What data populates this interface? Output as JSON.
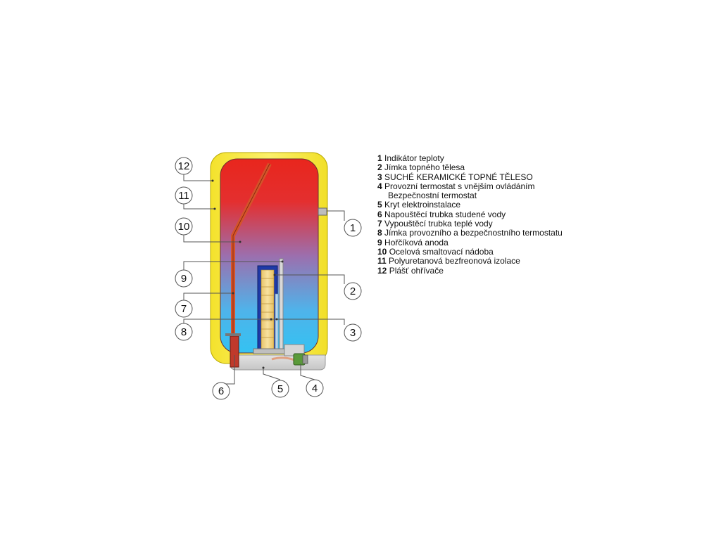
{
  "legend": [
    {
      "number": "1",
      "text": "Indikátor teploty"
    },
    {
      "number": "2",
      "text": "Jímka topného tělesa"
    },
    {
      "number": "3",
      "text": "SUCHÉ KERAMICKÉ TOPNÉ TĚLESO"
    },
    {
      "number": "4",
      "text": "Provozní termostat s vnějším ovládáním",
      "continuation": "Bezpečnostní termostat"
    },
    {
      "number": "5",
      "text": "Kryt elektroinstalace"
    },
    {
      "number": "6",
      "text": "Napouštěcí trubka studené vody"
    },
    {
      "number": "7",
      "text": "Vypouštěcí trubka teplé vody"
    },
    {
      "number": "8",
      "text": "Jímka provozního a bezpečnostního termostatu"
    },
    {
      "number": "9",
      "text": "Hořčíková anoda"
    },
    {
      "number": "10",
      "text": "Ocelová smaltovací nádoba"
    },
    {
      "number": "11",
      "text": "Polyuretanová bezfreonová izolace"
    },
    {
      "number": "12",
      "text": "Plášť ohřívače"
    }
  ],
  "callouts": {
    "c1": "1",
    "c2": "2",
    "c3": "3",
    "c4": "4",
    "c5": "5",
    "c6": "6",
    "c7": "7",
    "c8": "8",
    "c9": "9",
    "c10": "10",
    "c11": "11",
    "c12": "12"
  },
  "colors": {
    "casing": "#f7ea3a",
    "tank_hot": "#e8261d",
    "tank_cold": "#34c2f2",
    "heater_frame": "#1e3aa8",
    "heater_core": "#f2d27a",
    "anode": "#d4542a",
    "base": "#cfcfcf"
  }
}
